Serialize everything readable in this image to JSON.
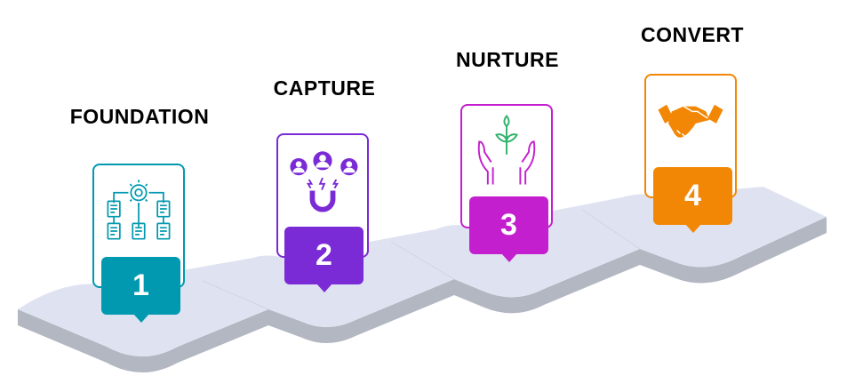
{
  "steps": [
    {
      "number": "1",
      "title": "FOUNDATION",
      "icon": "workflow-gear-documents-icon",
      "color": "#0099b0"
    },
    {
      "number": "2",
      "title": "CAPTURE",
      "icon": "magnet-people-icon",
      "color": "#7b2bd6"
    },
    {
      "number": "3",
      "title": "NURTURE",
      "icon": "hands-plant-icon",
      "color": "#c41fce"
    },
    {
      "number": "4",
      "title": "CONVERT",
      "icon": "handshake-icon",
      "color": "#f28705"
    }
  ],
  "road": {
    "top_color": "#dfe3f1",
    "side_color": "#b2b7c2"
  }
}
